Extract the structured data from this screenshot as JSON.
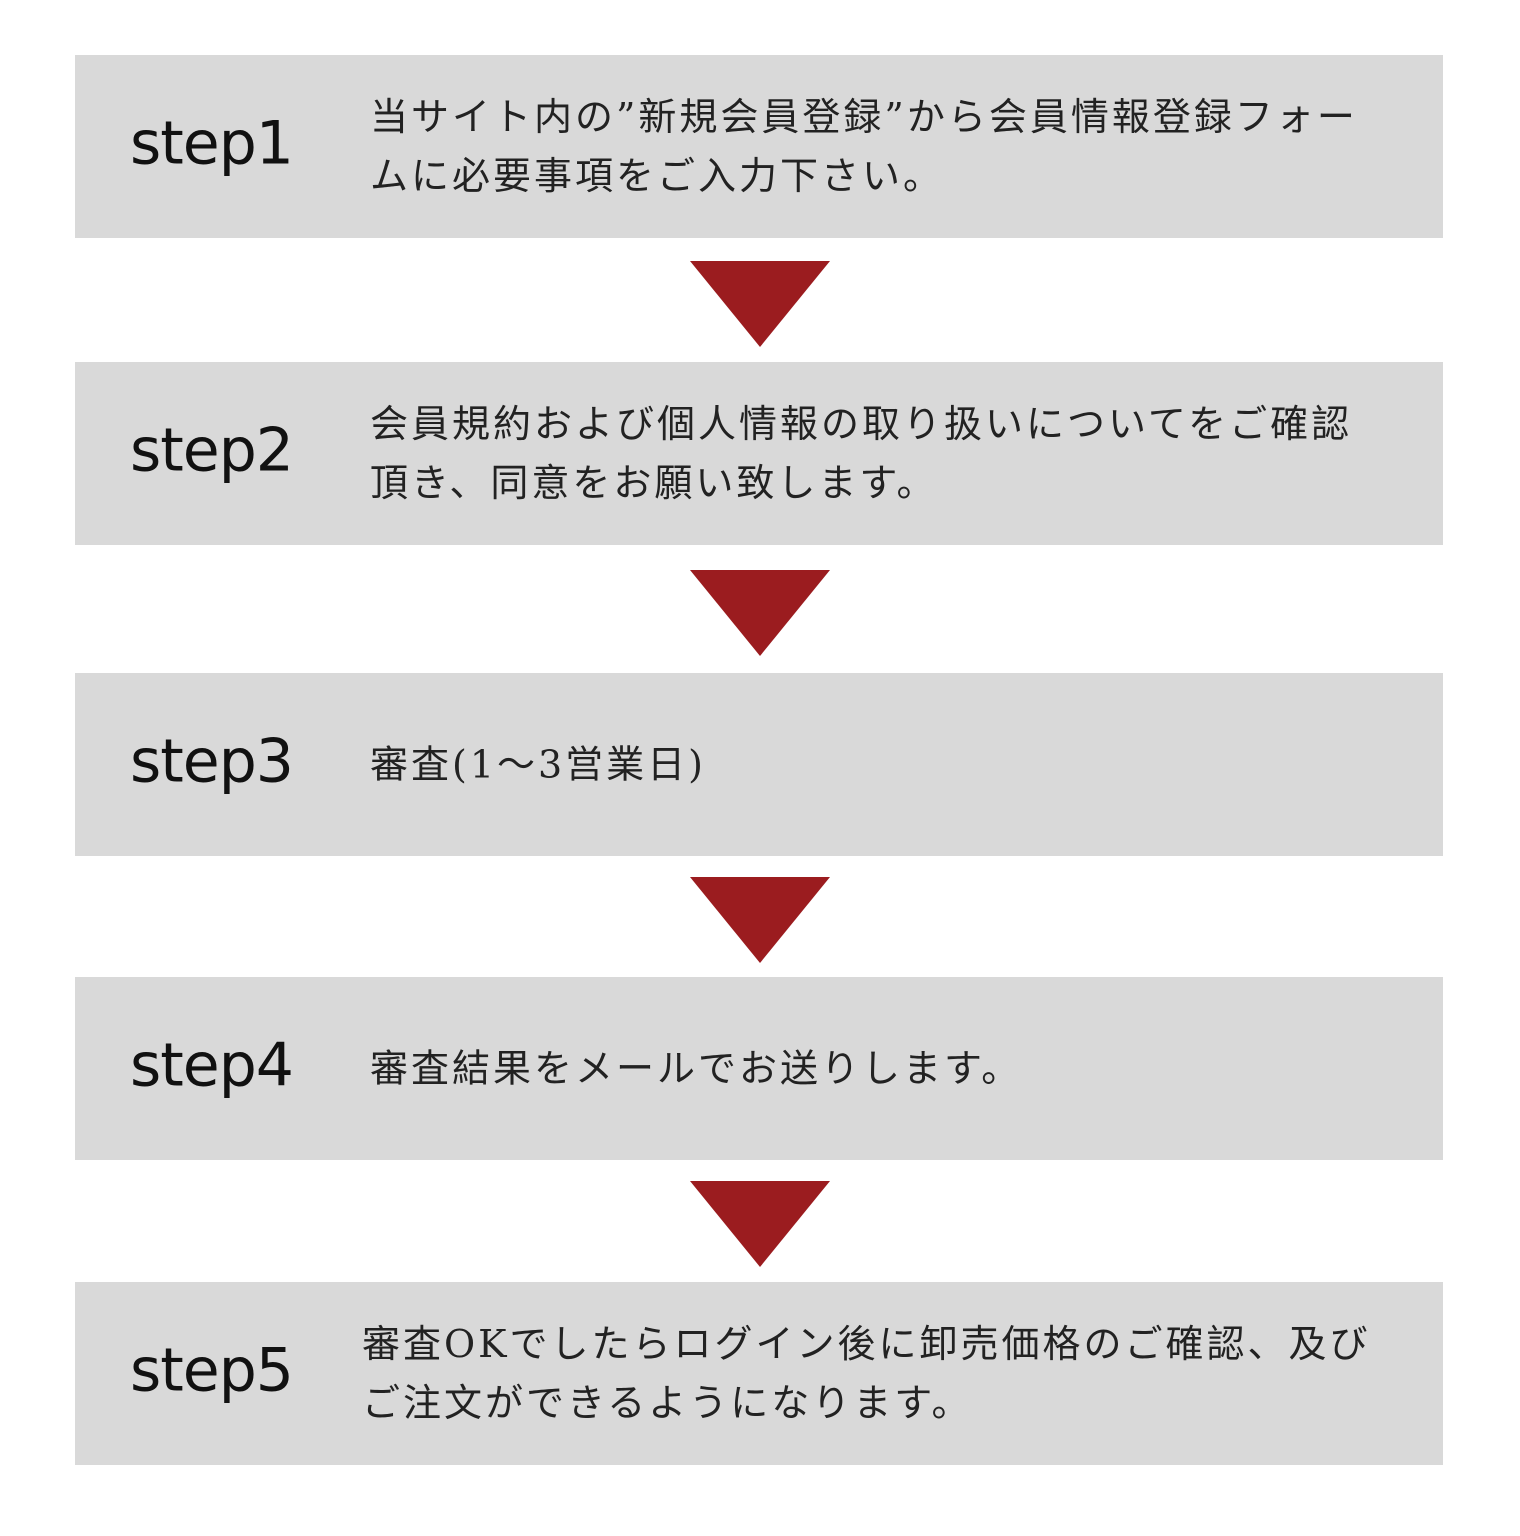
{
  "colors": {
    "box": "#d9d9d9",
    "arrow": "#9b1c1f"
  },
  "steps": [
    {
      "label": "step1",
      "text": "当サイト内の”新規会員登録”から会員情報登録フォームに必要事項をご入力下さい。"
    },
    {
      "label": "step2",
      "text": "会員規約および個人情報の取り扱いについてをご確認頂き、同意をお願い致します。"
    },
    {
      "label": "step3",
      "text": "審査(1～3営業日)"
    },
    {
      "label": "step4",
      "text": "審査結果をメールでお送りします。"
    },
    {
      "label": "step5",
      "text": "審査OKでしたらログイン後に卸売価格のご確認、及びご注文ができるようになります。"
    }
  ]
}
